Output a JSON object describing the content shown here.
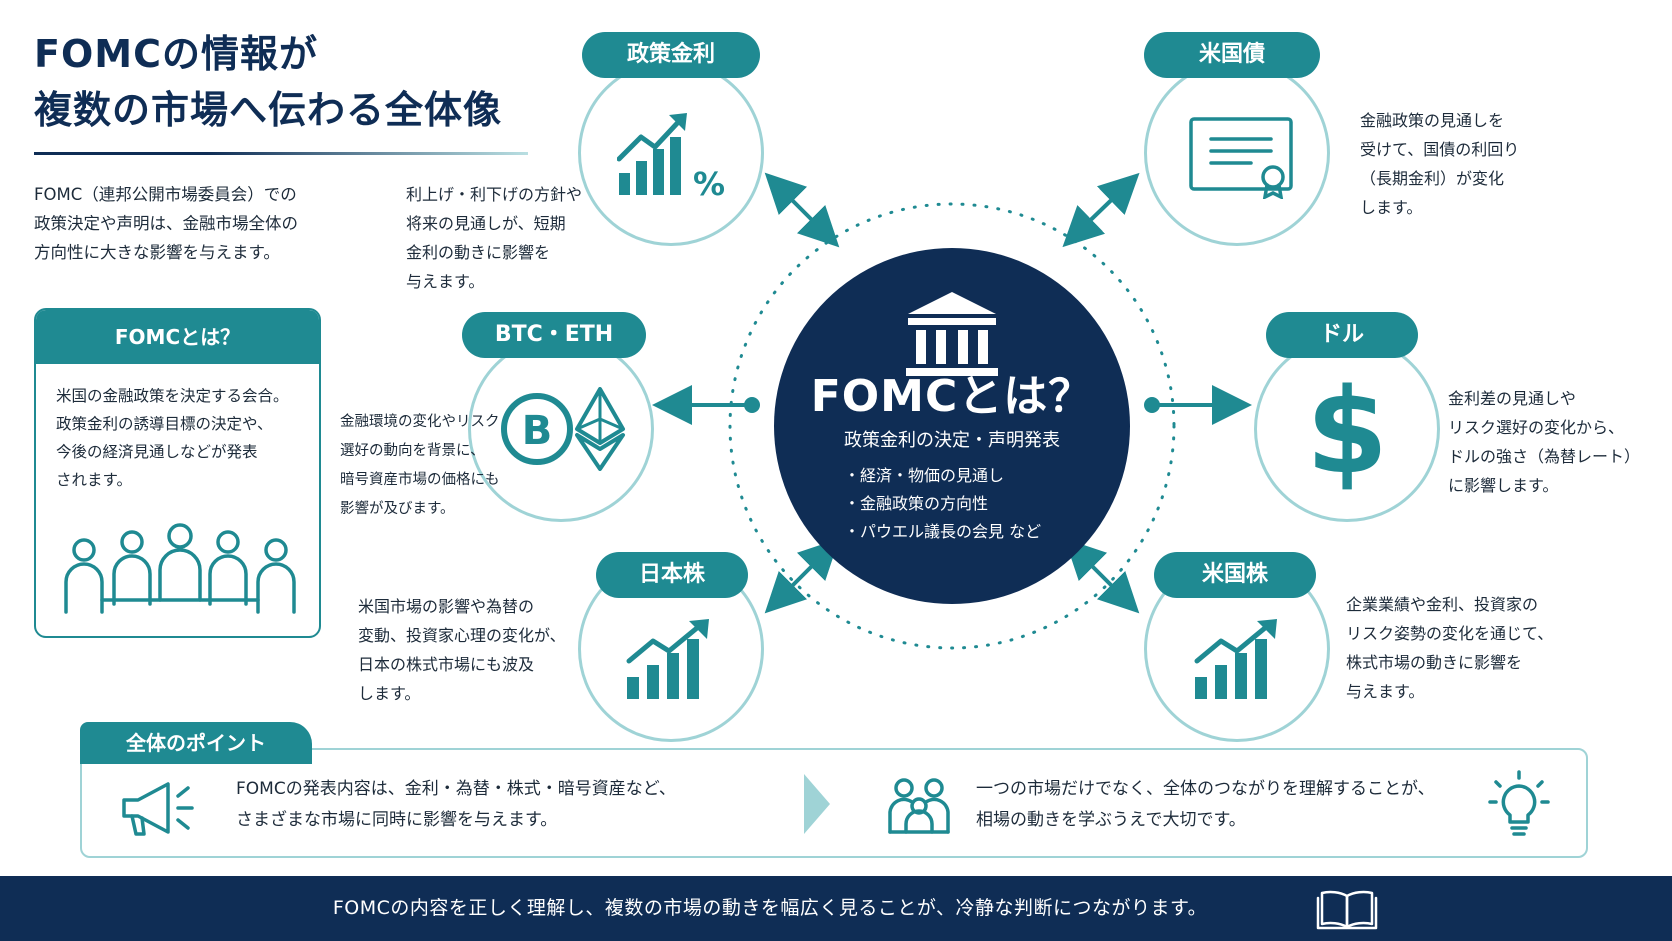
{
  "title": {
    "line1": "FOMCの情報が",
    "line2": "複数の市場へ伝わる全体像"
  },
  "intro": "FOMC（連邦公開市場委員会）での\n政策決定や声明は、金融市場全体の\n方向性に大きな影響を与えます。",
  "about_box": {
    "heading": "FOMCとは？",
    "text": "米国の金融政策を決定する会合。\n政策金利の誘導目標の決定や、\n今後の経済見通しなどが発表\nされます。",
    "icon": "people-meeting-icon"
  },
  "center": {
    "title": "FOMCとは？",
    "subtitle": "政策金利の決定・声明発表",
    "items": [
      "経済・物価の見通し",
      "金融政策の方向性",
      "パウエル議長の会見 など"
    ],
    "icon": "bank-building-icon"
  },
  "nodes": {
    "policy_rate": {
      "label": "政策金利",
      "desc": "利上げ・利下げの方針や\n将来の見通しが、短期\n金利の動きに影響を\n与えます。",
      "icon": "bar-chart-percent-icon"
    },
    "treasury": {
      "label": "米国債",
      "desc": "金融政策の見通しを\n受けて、国債の利回り\n（長期金利）が変化\nします。",
      "icon": "certificate-icon"
    },
    "crypto": {
      "label": "BTC・ETH",
      "desc": "金融環境の変化やリスク\n選好の動向を背景に、\n暗号資産市場の価格にも\n影響が及びます。",
      "icon": "bitcoin-ethereum-icon"
    },
    "dollar": {
      "label": "ドル",
      "desc": "金利差の見通しや\nリスク選好の変化から、\nドルの強さ（為替レート）\nに影響します。",
      "icon": "dollar-sign-icon",
      "symbol": "$"
    },
    "japan_stocks": {
      "label": "日本株",
      "desc": "米国市場の影響や為替の\n変動、投資家心理の変化が、\n日本の株式市場にも波及\nします。",
      "icon": "growth-chart-icon"
    },
    "us_stocks": {
      "label": "米国株",
      "desc": "企業業績や金利、投資家の\nリスク姿勢の変化を通じて、\n株式市場の動きに影響を\n与えます。",
      "icon": "growth-chart-icon"
    }
  },
  "points": {
    "heading": "全体のポイント",
    "left_text": "FOMCの発表内容は、金利・為替・株式・暗号資産など、\nさまざまな市場に同時に影響を与えます。",
    "right_text": "一つの市場だけでなく、全体のつながりを理解することが、\n相場の動きを学ぶうえで大切です。",
    "icons": [
      "megaphone-icon",
      "chevron-right-icon",
      "people-icon",
      "lightbulb-icon"
    ]
  },
  "footer": {
    "text": "FOMCの内容を正しく理解し、複数の市場の動きを幅広く見ることが、冷静な判断につながります。",
    "icon": "open-book-icon"
  },
  "colors": {
    "navy": "#0f2d55",
    "teal": "#1f8a92",
    "light_teal": "#9fd3d6"
  }
}
